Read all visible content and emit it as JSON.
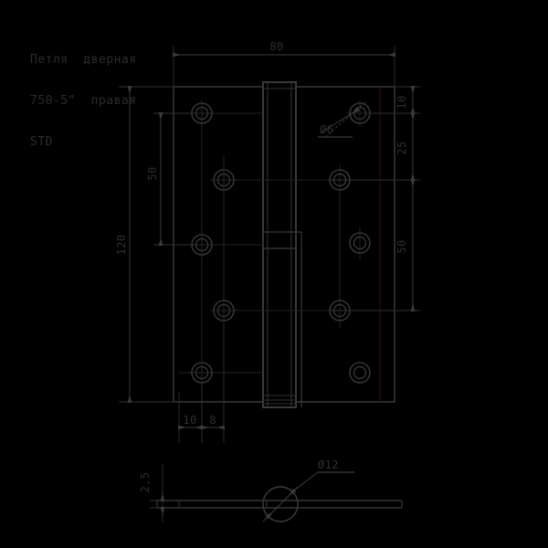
{
  "drawing": {
    "title_lines": [
      "Петля  дверная",
      "750-5\"  правая",
      "STD"
    ],
    "colors": {
      "background": "#000000",
      "line": "#303030",
      "thin_line": "#2a2a2a",
      "center_line": "#3a1616",
      "text": "#2e2e2e"
    },
    "views": {
      "front": {
        "name": "front-view",
        "overall_height": "120",
        "overall_width": "80"
      },
      "section": {
        "name": "section-view",
        "thickness": "2,5",
        "pin_diameter": "Ø12"
      }
    },
    "dimensions": {
      "top_width": "80",
      "left_overall_height": "120",
      "left_inner": "50",
      "right_top": "10",
      "right_middle": "25",
      "right_lower": "50",
      "bottom_left": "10",
      "bottom_right": "8",
      "section_thickness": "2,5"
    },
    "annotations": {
      "hole_diameter": "Ø6",
      "pin_diameter": "Ø12"
    }
  }
}
